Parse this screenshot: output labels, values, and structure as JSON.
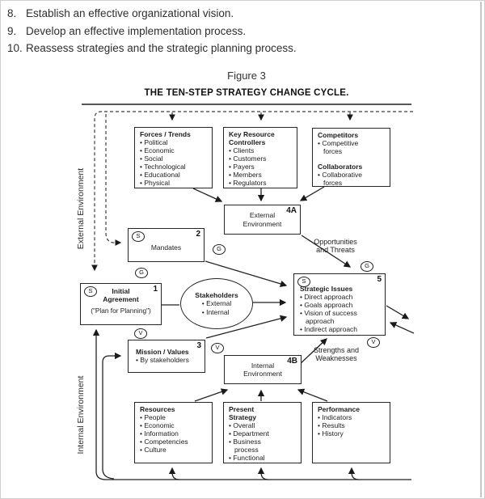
{
  "intro_list": {
    "items": [
      {
        "num": "8.",
        "text": "Establish an effective organizational vision."
      },
      {
        "num": "9.",
        "text": "Develop an effective implementation process."
      },
      {
        "num": "10.",
        "text": "Reassess strategies and the strategic planning process."
      }
    ]
  },
  "figure": {
    "label": "Figure 3",
    "title": "THE TEN-STEP STRATEGY CHANGE CYCLE."
  },
  "environment_labels": {
    "external": "External Environment",
    "internal": "Internal Environment"
  },
  "boxes": {
    "forces": {
      "title": "Forces / Trends",
      "bullets": [
        "Political",
        "Economic",
        "Social",
        "Technological",
        "Educational",
        "Physical"
      ]
    },
    "resource_controllers": {
      "title": "Key Resource Controllers",
      "bullets": [
        "Clients",
        "Customers",
        "Payers",
        "Members",
        "Regulators"
      ]
    },
    "competitors": {
      "title": "Competitors",
      "bullets": [
        "Competitive forces"
      ],
      "title2": "Collaborators",
      "bullets2": [
        "Collaborative forces"
      ]
    },
    "external_environment": {
      "number": "4A",
      "title": "External Environment"
    },
    "mandates": {
      "number": "2",
      "title": "Mandates",
      "badge": "S"
    },
    "initial_agreement": {
      "number": "1",
      "title": "Initial Agreement",
      "subtitle": "(\"Plan for Planning\")",
      "badge": "S"
    },
    "stakeholders": {
      "title": "Stakeholders",
      "bullets": [
        "External",
        "Internal"
      ]
    },
    "strategic_issues": {
      "number": "5",
      "title": "Strategic Issues",
      "badge": "S",
      "bullets": [
        "Direct approach",
        "Goals approach",
        "Vision of success approach",
        "Indirect approach"
      ]
    },
    "mission_values": {
      "number": "3",
      "title": "Mission / Values",
      "bullets": [
        "By stakeholders"
      ]
    },
    "internal_environment": {
      "number": "4B",
      "title": "Internal Environment"
    },
    "resources": {
      "title": "Resources",
      "bullets": [
        "People",
        "Economic",
        "Information",
        "Competencies",
        "Culture"
      ]
    },
    "present_strategy": {
      "title": "Present Strategy",
      "bullets": [
        "Overall",
        "Department",
        "Business process",
        "Functional"
      ]
    },
    "performance": {
      "title": "Performance",
      "bullets": [
        "Indicators",
        "Results",
        "History"
      ]
    }
  },
  "floating_badges": {
    "g_above_initial": "G",
    "g_right_of_mandates": "G",
    "g_above_strategic": "G",
    "v_above_mission": "V",
    "v_right_of_mission": "V",
    "v_below_strategic": "V"
  },
  "annotations": {
    "opportunities_line1": "Opportunities",
    "opportunities_line2": "and Threats",
    "strengths_line1": "Strengths and",
    "strengths_line2": "Weaknesses"
  },
  "colors": {
    "ink": "#222222",
    "dash": "#3c3c3c",
    "page_edge": "#a9a9a9"
  }
}
